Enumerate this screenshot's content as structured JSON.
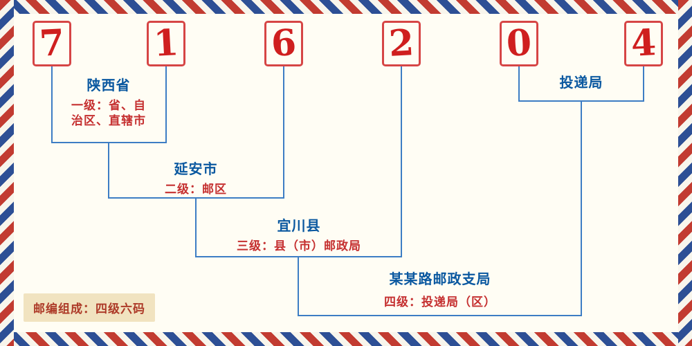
{
  "postal_code": "716204",
  "digits": [
    "7",
    "1",
    "6",
    "2",
    "0",
    "4"
  ],
  "levels": [
    {
      "place": "陕西省",
      "desc": "一级：省、自\n治区、直辖市"
    },
    {
      "place": "延安市",
      "desc": "二级：邮区"
    },
    {
      "place": "宜川县",
      "desc": "三级：县（市）邮政局"
    },
    {
      "place": "某某路邮政支局",
      "desc": "四级：投递局（区）"
    }
  ],
  "delivery_office_label": "投递局",
  "footer": {
    "badge": "邮编组成：四级六码"
  },
  "colors": {
    "digit_red": "#cf1f1f",
    "digit_box_border": "#d64545",
    "place_blue": "#0a58a0",
    "desc_red": "#c53030",
    "line_blue": "#3d7dc4",
    "badge_bg": "#f1e3c0",
    "badge_text": "#ad3a28",
    "stripe_red": "#c23b31",
    "stripe_blue": "#2d4f95",
    "background": "#fffdf4"
  }
}
